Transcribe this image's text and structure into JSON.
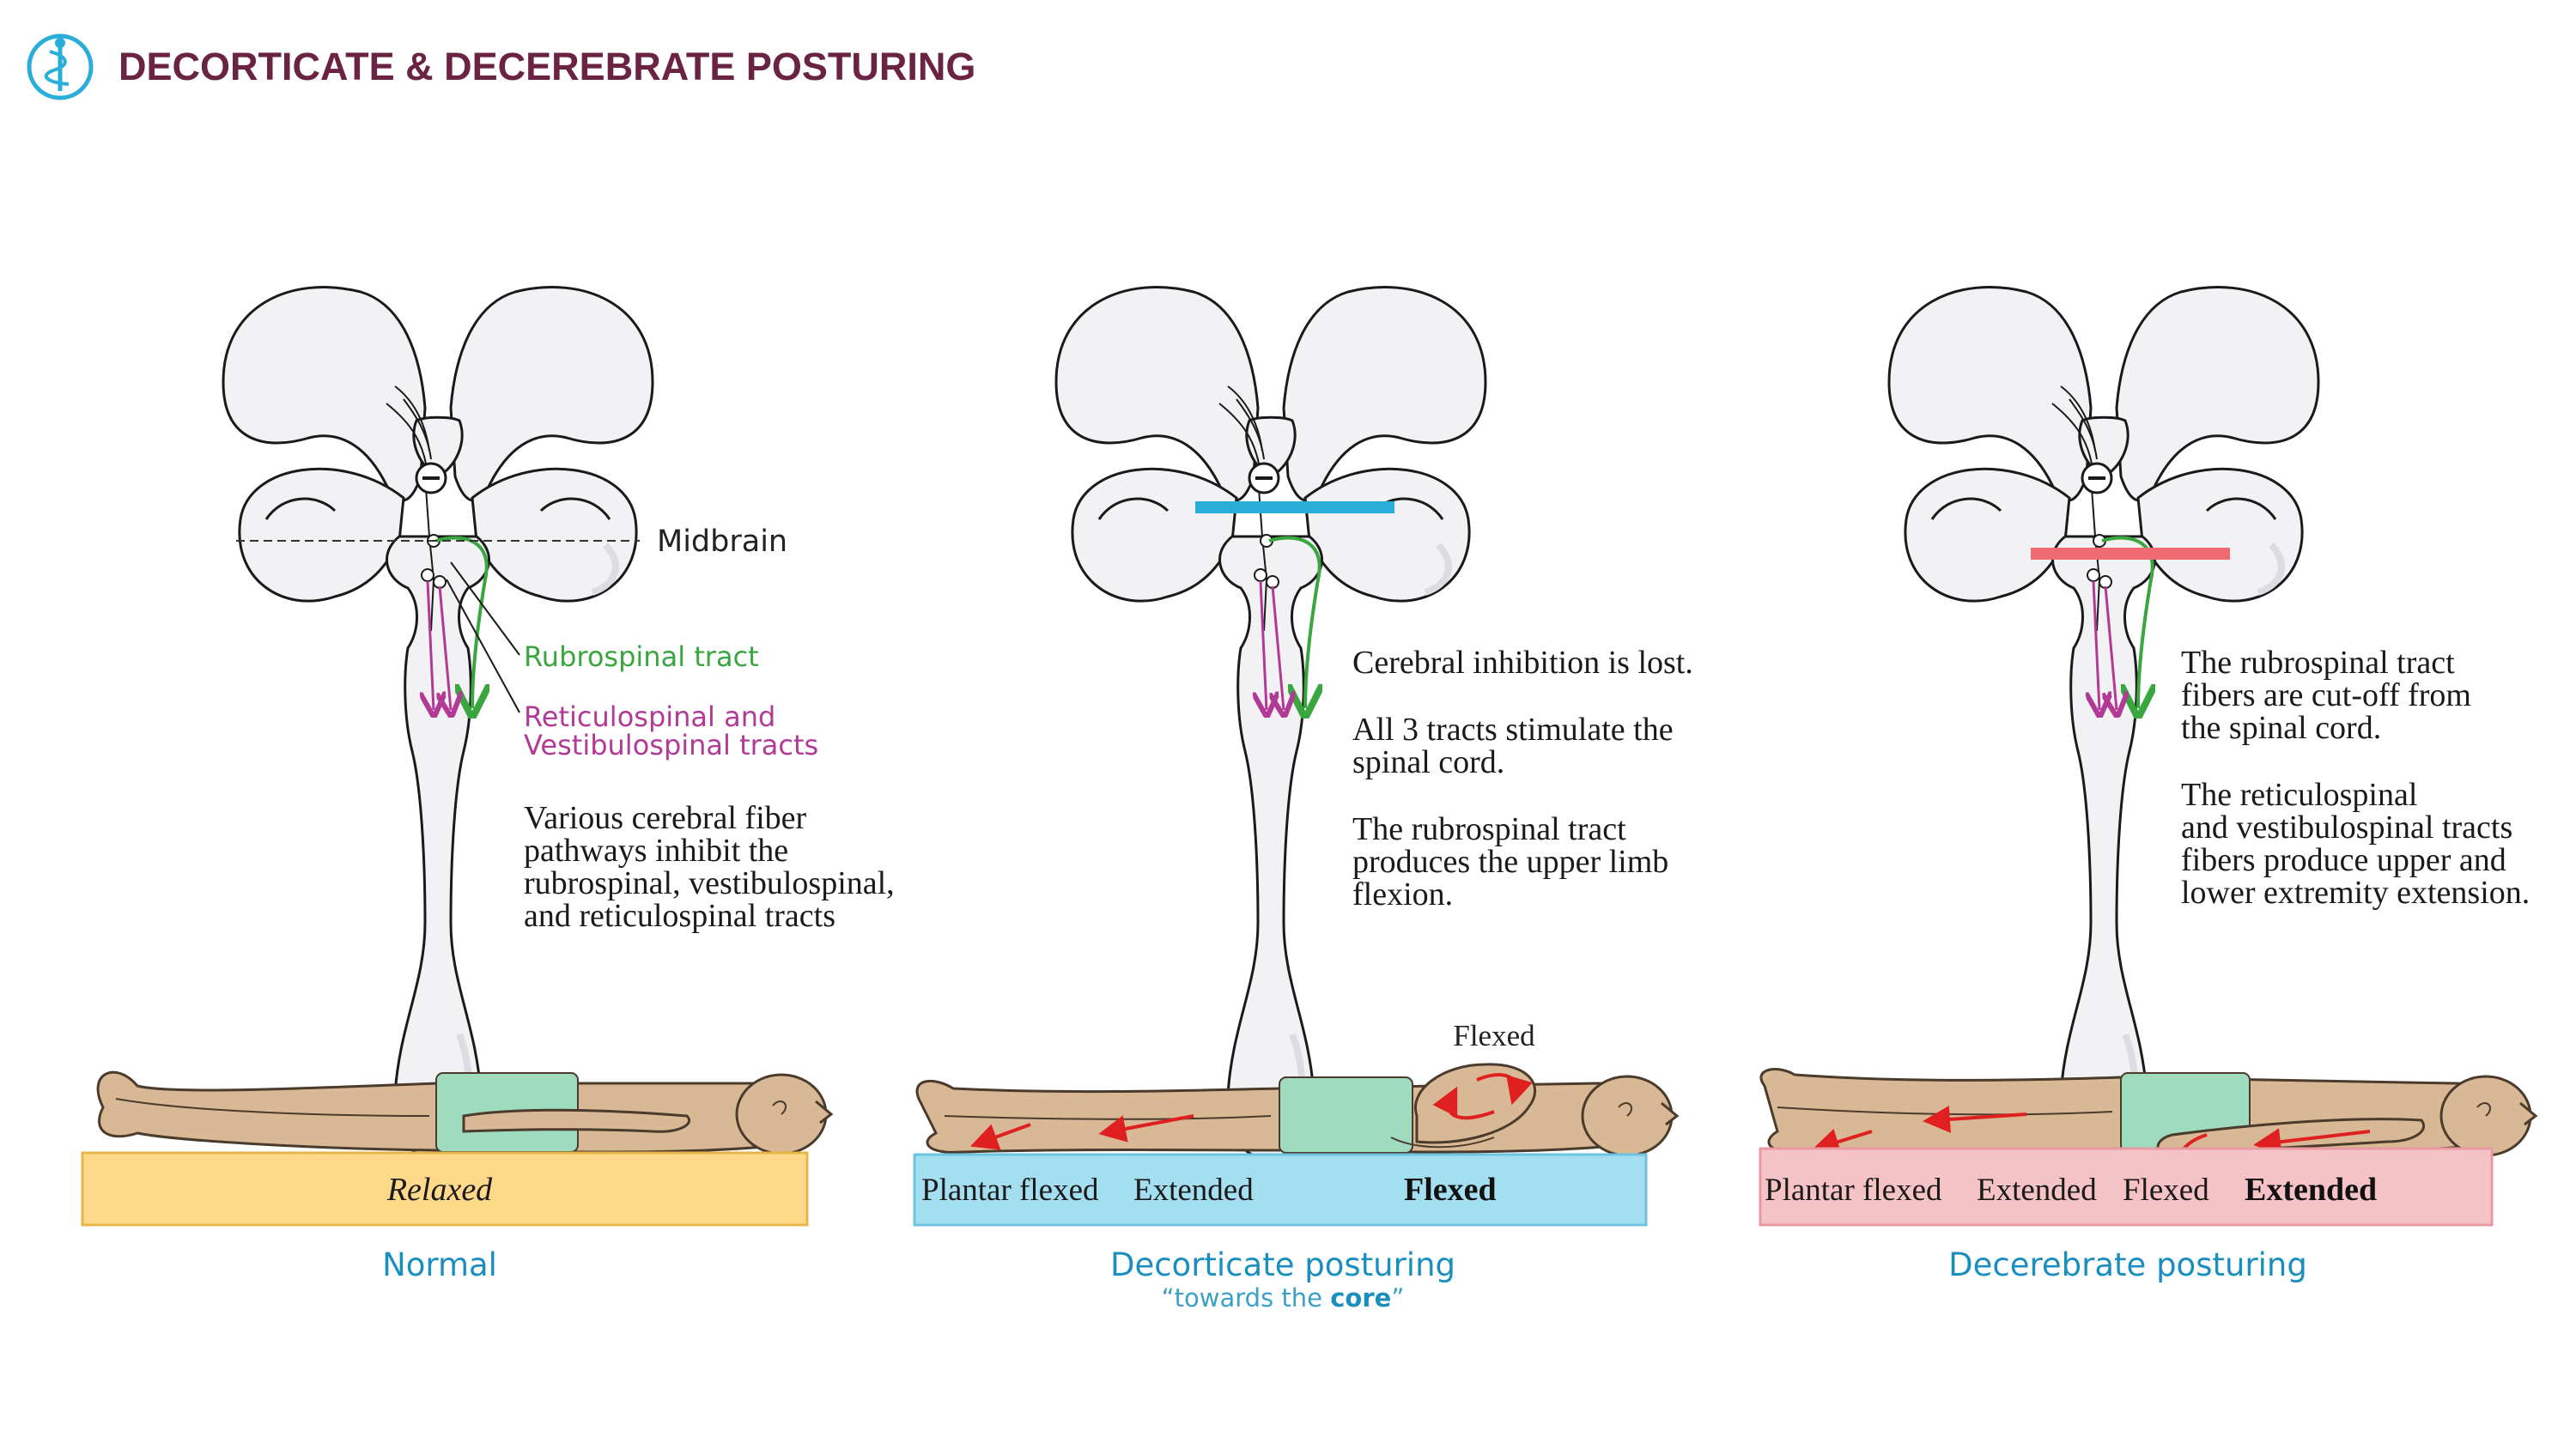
{
  "title": "DECORTICATE & DECEREBRATE POSTURING",
  "colors": {
    "title": "#6b2344",
    "rubrospinal": "#3aa63f",
    "reticulospinal": "#b23a96",
    "lesion_decorticate": "#29aed9",
    "lesion_decerebrate": "#ee6b74",
    "mat_normal": "#ffd98a",
    "mat_decorticate": "#a3dff0",
    "mat_decerebrate": "#f5c2c6",
    "skin": "#d9b896",
    "gown": "#9edbbf",
    "caption": "#1a8fbf",
    "arrows": "#e02020"
  },
  "logo_icon": "caduceus-icon",
  "panels": [
    {
      "caption": "Normal",
      "mat_label": "Relaxed",
      "midbrain_label": "Midbrain",
      "rubrospinal_label": "Rubrospinal tract",
      "reticulospinal_label_1": "Reticulospinal and",
      "reticulospinal_label_2": "Vestibulospinal tracts",
      "text_lines": [
        "Various cerebral fiber",
        "pathways inhibit the",
        "rubrospinal, vestibulospinal,",
        "and reticulospinal tracts"
      ]
    },
    {
      "caption": "Decorticate posturing",
      "subcaption_pre": "“towards the ",
      "subcaption_bold": "core",
      "subcaption_post": "”",
      "flexed_label": "Flexed",
      "limb_labels": [
        "Plantar flexed",
        "Extended",
        "Flexed"
      ],
      "text_lines": [
        "Cerebral inhibition is lost.",
        "All 3 tracts stimulate the",
        "spinal cord.",
        "The rubrospinal tract",
        "produces the upper limb",
        "flexion."
      ]
    },
    {
      "caption": "Decerebrate posturing",
      "limb_labels": [
        "Plantar flexed",
        "Extended",
        "Flexed",
        "Extended"
      ],
      "text_lines": [
        "The rubrospinal tract",
        "fibers are cut-off from",
        "the spinal cord.",
        "The reticulospinal",
        "and vestibulospinal tracts",
        "fibers produce upper and",
        "lower extremity extension."
      ]
    }
  ]
}
